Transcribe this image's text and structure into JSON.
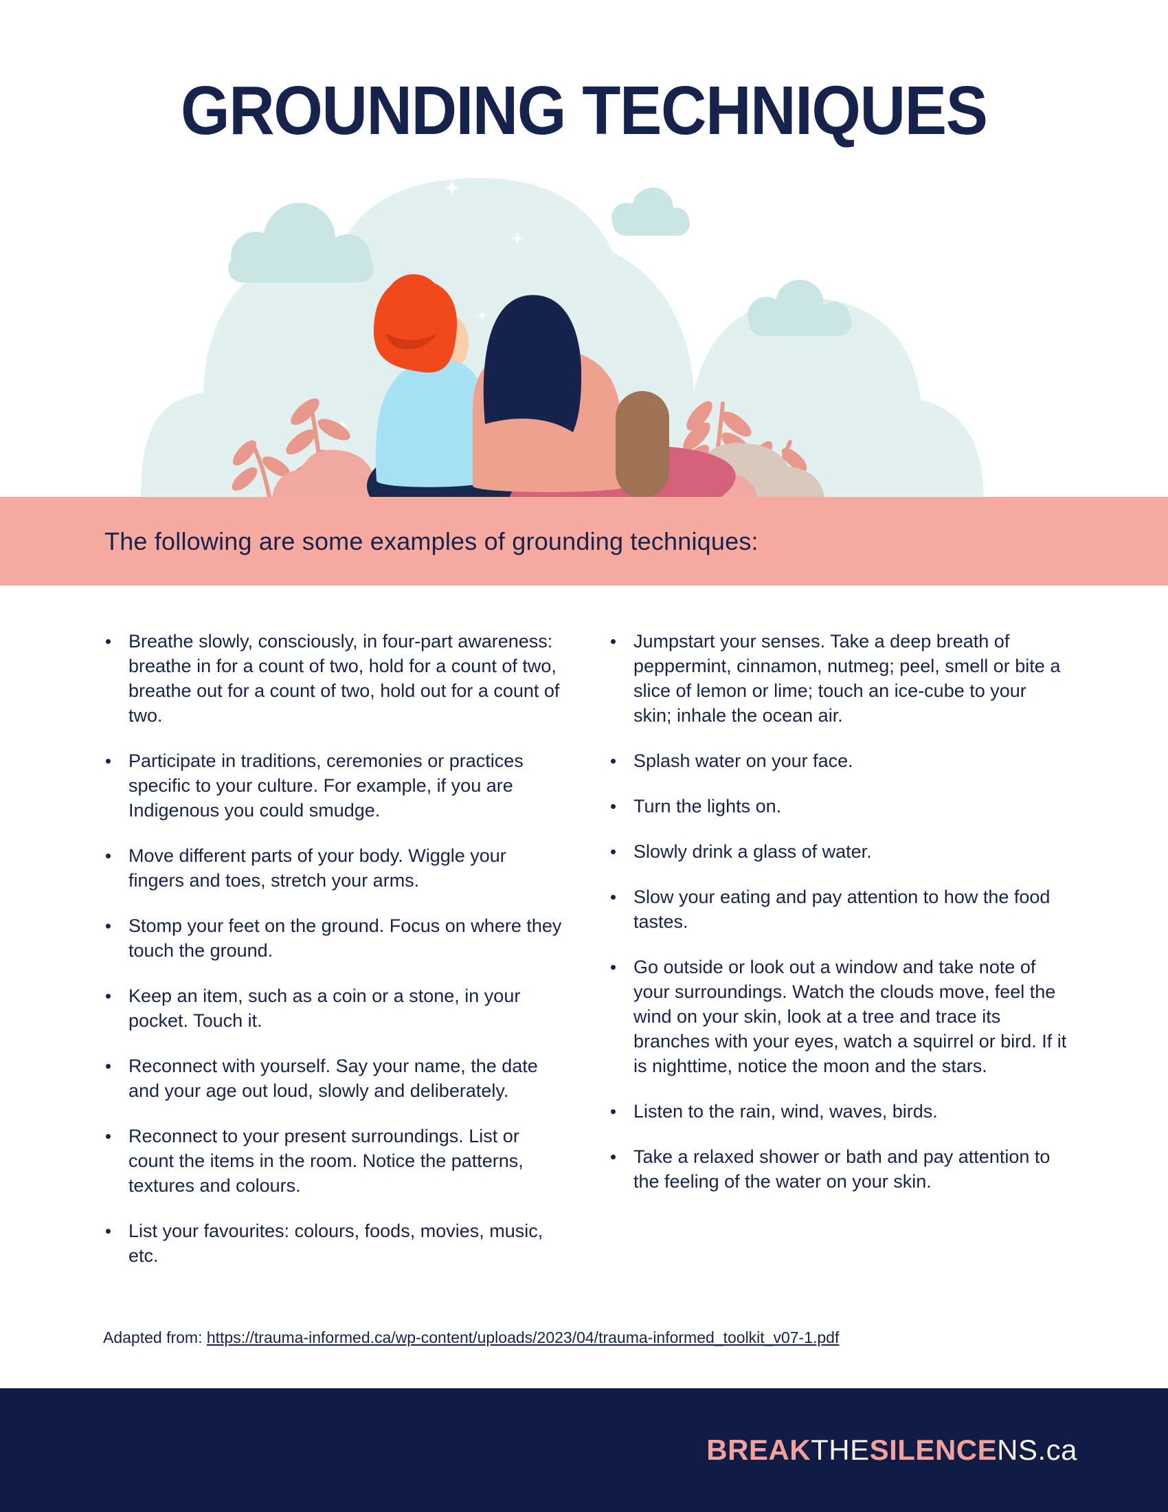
{
  "page": {
    "title": "GROUNDING TECHNIQUES",
    "banner_text": "The following are some examples of grounding techniques:",
    "illustration_alt": "Two people sitting together on the ground, viewed from behind, looking at a cloudy sky with plants and bushes around them"
  },
  "techniques": {
    "left": [
      "Breathe slowly, consciously, in four-part awareness: breathe in for a count of two, hold for a count of two, breathe out for a count of two, hold out for a count of two.",
      "Participate in traditions, ceremonies or practices specific to your culture. For example, if you are Indigenous you could smudge.",
      "Move different parts of your body. Wiggle your fingers and toes, stretch your arms.",
      "Stomp your feet on the ground. Focus on where they touch the ground.",
      "Keep an item, such as a coin or a stone, in your pocket. Touch it.",
      "Reconnect with yourself. Say your name, the date and your age out loud, slowly and deliberately.",
      "Reconnect to your present surroundings. List or count the items in the room. Notice the patterns, textures and colours.",
      "List your favourites: colours, foods, movies, music, etc."
    ],
    "right": [
      "Jumpstart your senses. Take a deep breath of peppermint, cinnamon, nutmeg; peel, smell or bite a slice of lemon or lime; touch an ice-cube to your skin; inhale the ocean air.",
      "Splash water on your face.",
      "Turn the lights on.",
      "Slowly drink a glass of water.",
      "Slow your eating and pay attention to how the food tastes.",
      "Go outside or look out a window and take note of your surroundings. Watch the clouds move, feel the wind on your skin, look at a tree and trace its branches with your eyes, watch a squirrel or bird. If it is nighttime, notice the moon and the stars.",
      "Listen to the rain, wind, waves, birds.",
      "Take a relaxed shower or bath and pay attention to the feeling of the water on your skin."
    ]
  },
  "source": {
    "prefix": "Adapted from: ",
    "link_text": "https://trauma-informed.ca/wp-content/uploads/2023/04/trauma-informed_toolkit_v07-1.pdf"
  },
  "footer": {
    "logo_segments": [
      {
        "text": "BREAK",
        "style": "accent"
      },
      {
        "text": "THE",
        "style": "plain"
      },
      {
        "text": "SILENCE",
        "style": "accent"
      },
      {
        "text": "NS.ca",
        "style": "plain"
      }
    ]
  },
  "colors": {
    "navy": "#16234D",
    "footer_navy": "#101C45",
    "banner_pink": "#F7ABA0",
    "logo_pink": "#F2A29B",
    "logo_cream": "#F7F2E8",
    "mint": "#E2F1EF",
    "cloud_mint": "#C9E5E4",
    "salmon": "#E9998C",
    "bush_pink": "#EFA9A0",
    "bush_beige": "#D9C8BE",
    "legs_pink": "#D5617A",
    "pants_navy": "#17294F",
    "skin": "#FBCEA8",
    "shirt_blue": "#A6E1F6",
    "hair_orange": "#F1481C",
    "hair_orange_dark": "#D23B12",
    "shirt_pink": "#EFA18F",
    "arm_brown": "#9D7255",
    "white": "#FFFFFF"
  }
}
